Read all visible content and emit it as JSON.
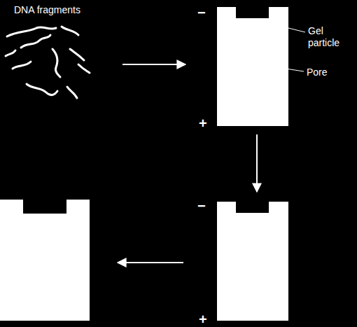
{
  "diagram": {
    "labels": [
      "DNA fragments",
      "Gel particle",
      "Pore",
      "−",
      "+",
      "−",
      "+"
    ]
  }
}
